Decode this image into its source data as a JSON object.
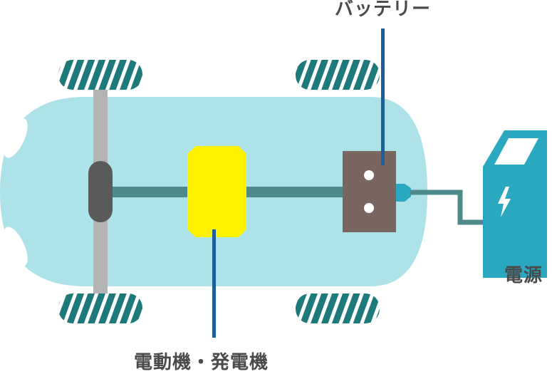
{
  "labels": {
    "battery": "バッテリー",
    "motor_generator": "電動機・発電機",
    "power_source": "電源"
  },
  "colors": {
    "body": "#ade3e8",
    "tire": "#1e7a7a",
    "axle": "#b3b3b3",
    "shaft": "#4e8a8c",
    "hub": "#5a5a5a",
    "motor": "#fff200",
    "battery": "#7a6660",
    "connector": "#29a8bf",
    "charger": "#29a8bf",
    "leader_line": "#1b5f9e",
    "label_text": "#4a4a4a"
  },
  "icons": {
    "charger_symbol": "lightning-bolt-icon"
  }
}
